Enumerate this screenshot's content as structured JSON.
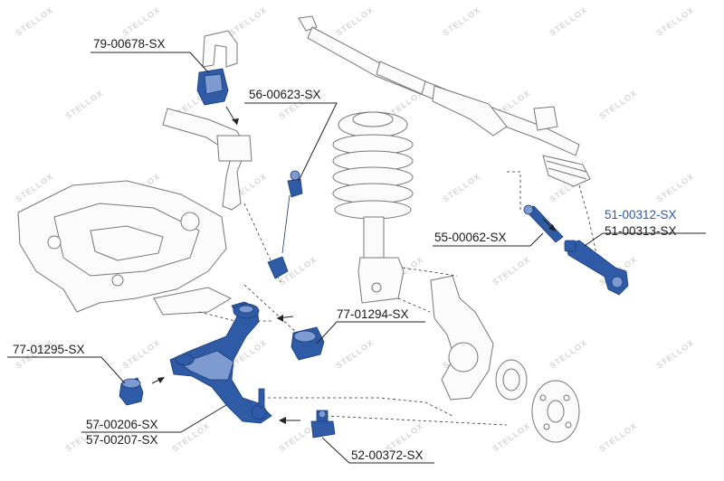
{
  "watermark": {
    "text": "STELLOX"
  },
  "labels": [
    {
      "id": "label-79-00678",
      "text": "79-00678-SX"
    },
    {
      "id": "label-56-00623",
      "text": "56-00623-SX"
    },
    {
      "id": "label-55-00062",
      "text": "55-00062-SX"
    },
    {
      "id": "label-51-00312",
      "text": "51-00312-SX"
    },
    {
      "id": "label-51-00313",
      "text": "51-00313-SX"
    },
    {
      "id": "label-77-01294",
      "text": "77-01294-SX"
    },
    {
      "id": "label-77-01295",
      "text": "77-01295-SX"
    },
    {
      "id": "label-57-00206",
      "text": "57-00206-SX"
    },
    {
      "id": "label-57-00207",
      "text": "57-00207-SX"
    },
    {
      "id": "label-52-00372",
      "text": "52-00372-SX"
    }
  ],
  "colors": {
    "highlight_part": "#2e5aa6",
    "highlight_label": "#2a5aa8",
    "text": "#1a1a1a",
    "watermark": "#d6d6d6"
  }
}
